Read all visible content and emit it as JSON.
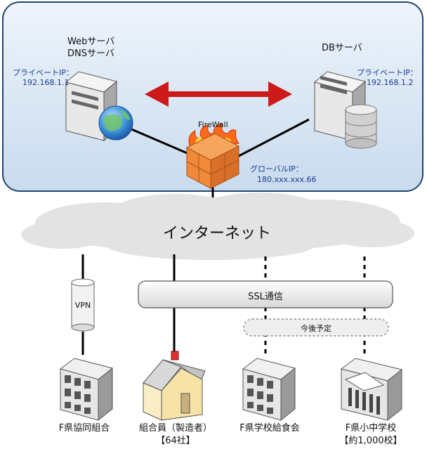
{
  "server_zone": {
    "web_server": {
      "line1": "Webサーバ",
      "line2": "DNSサーバ"
    },
    "web_private_ip": {
      "label": "プライベートIP：",
      "value": "192.168.1.1"
    },
    "db_server": {
      "label": "DBサーバ"
    },
    "db_private_ip": {
      "label": "プライベートIP：",
      "value": "192.168.1.2"
    },
    "firewall": {
      "label": "FireWall"
    },
    "global_ip": {
      "label": "グローバルIP：",
      "value": "180.xxx.xxx.66"
    }
  },
  "internet": {
    "label": "インターネット"
  },
  "vpn": {
    "label": "VPN"
  },
  "ssl": {
    "label": "SSL通信"
  },
  "planned": {
    "label": "今後予定"
  },
  "sites": [
    {
      "line1": "F県協同組合",
      "line2": ""
    },
    {
      "line1": "組合員（製造者）",
      "line2": "【64社】"
    },
    {
      "line1": "F県学校給食会",
      "line2": ""
    },
    {
      "line1": "F県小中学校",
      "line2": "【約1,000校】"
    }
  ],
  "colors": {
    "zone_bg": "#d9e6f4",
    "zone_border": "#24456f",
    "arrow": "#cc1a1a"
  }
}
